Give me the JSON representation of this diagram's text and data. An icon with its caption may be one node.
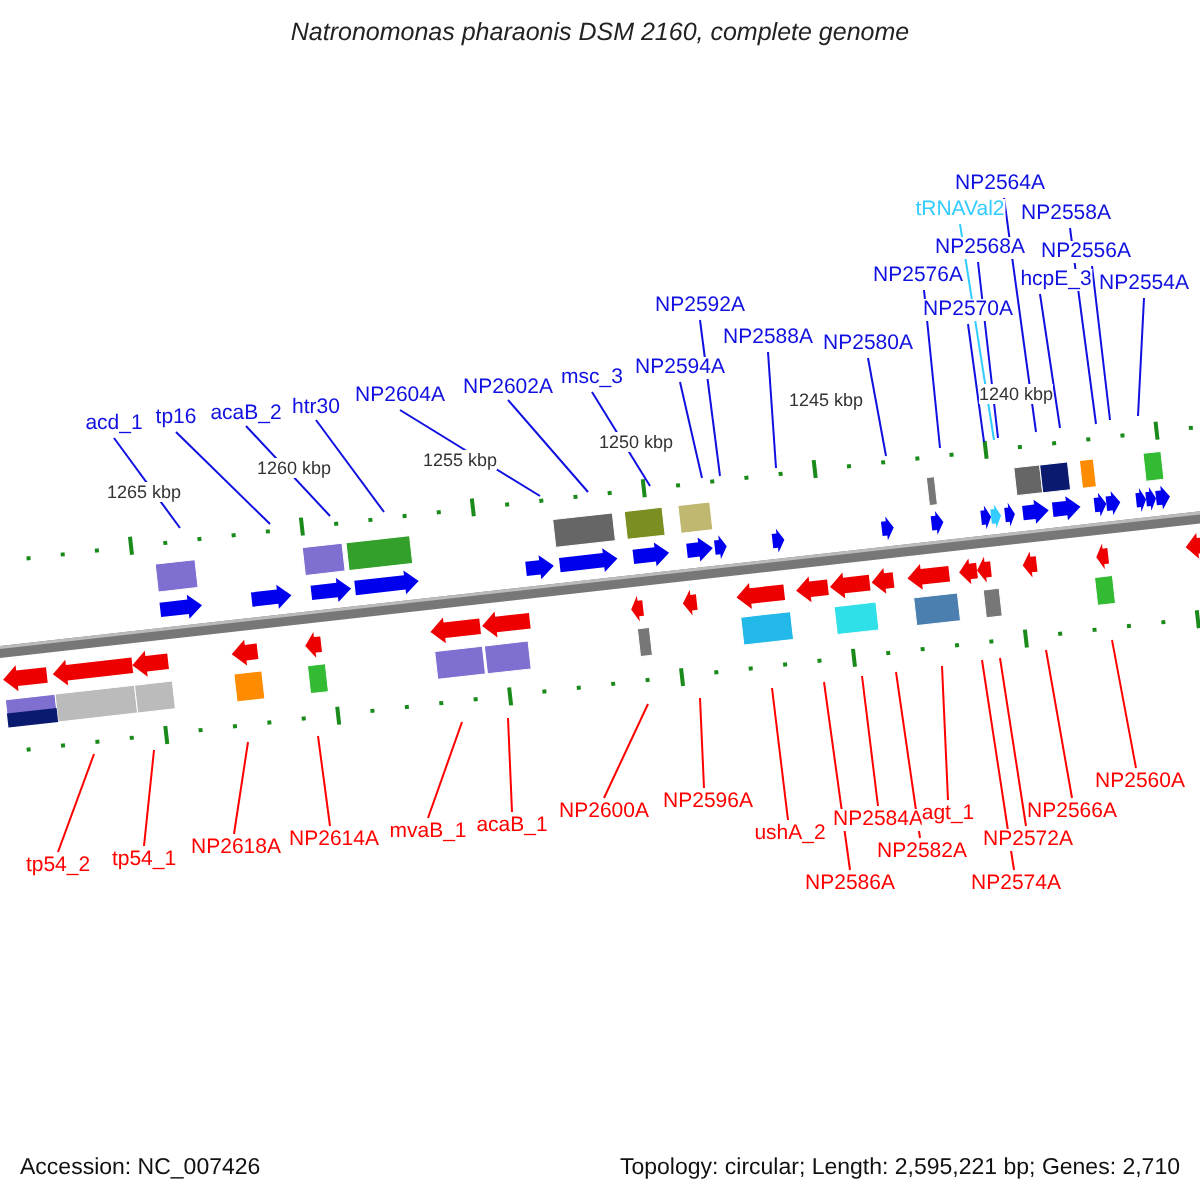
{
  "diagram": {
    "title": "Natronomonas pharaonis DSM 2160, complete genome",
    "nodes": [
      {
        "text": [
          "acd_1"
        ]
      },
      {
        "text": [
          "tp16"
        ]
      },
      {
        "text": [
          "acaB_2"
        ]
      },
      {
        "text": [
          "htr30"
        ]
      },
      {
        "text": [
          "NP2604A"
        ]
      },
      {
        "text": [
          "NP2602A"
        ]
      },
      {
        "text": [
          "msc_3"
        ]
      },
      {
        "text": [
          "NP2594A"
        ]
      },
      {
        "text": [
          "NP2592A"
        ]
      },
      {
        "text": [
          "NP2588A"
        ]
      },
      {
        "text": [
          "NP2580A"
        ]
      },
      {
        "text": [
          "NP2576A"
        ]
      },
      {
        "text": [
          "NP2570A"
        ]
      },
      {
        "text": [
          "NP2568A"
        ]
      },
      {
        "text": [
          "tRNAVal2"
        ]
      },
      {
        "text": [
          "NP2564A"
        ]
      },
      {
        "text": [
          "hcpE_3"
        ]
      },
      {
        "text": [
          "NP2558A"
        ]
      },
      {
        "text": [
          "NP2556A"
        ]
      },
      {
        "text": [
          "NP2554A"
        ]
      },
      {
        "text": [
          "tp54_2"
        ]
      },
      {
        "text": [
          "tp54_1"
        ]
      },
      {
        "text": [
          "NP2618A"
        ]
      },
      {
        "text": [
          "NP2614A"
        ]
      },
      {
        "text": [
          "mvaB_1"
        ]
      },
      {
        "text": [
          "acaB_1"
        ]
      },
      {
        "text": [
          "NP2600A"
        ]
      },
      {
        "text": [
          "NP2596A"
        ]
      },
      {
        "text": [
          "ushA_2"
        ]
      },
      {
        "text": [
          "NP2586A"
        ]
      },
      {
        "text": [
          "NP2584A"
        ]
      },
      {
        "text": [
          "NP2582A"
        ]
      },
      {
        "text": [
          "agt_1"
        ]
      },
      {
        "text": [
          "NP2574A"
        ]
      },
      {
        "text": [
          "NP2572A"
        ]
      },
      {
        "text": [
          "NP2566A"
        ]
      },
      {
        "text": [
          "NP2560A"
        ]
      }
    ],
    "edges": [
      {
        "from": 0,
        "to": null,
        "arrow": "none"
      },
      {
        "from": 1,
        "to": null,
        "arrow": "none"
      },
      {
        "from": 2,
        "to": null,
        "arrow": "none"
      },
      {
        "from": 3,
        "to": null,
        "arrow": "none"
      },
      {
        "from": 4,
        "to": null,
        "arrow": "none"
      },
      {
        "from": 5,
        "to": null,
        "arrow": "none"
      },
      {
        "from": 6,
        "to": null,
        "arrow": "none"
      },
      {
        "from": 7,
        "to": null,
        "arrow": "none"
      },
      {
        "from": 8,
        "to": null,
        "arrow": "none"
      },
      {
        "from": 9,
        "to": null,
        "arrow": "none"
      },
      {
        "from": 10,
        "to": null,
        "arrow": "none"
      },
      {
        "from": 11,
        "to": null,
        "arrow": "none"
      },
      {
        "from": 12,
        "to": null,
        "arrow": "none"
      },
      {
        "from": 13,
        "to": null,
        "arrow": "none"
      },
      {
        "from": 14,
        "to": null,
        "arrow": "none",
        "color": "#33ccff"
      },
      {
        "from": 15,
        "to": null,
        "arrow": "none"
      },
      {
        "from": 16,
        "to": null,
        "arrow": "none"
      },
      {
        "from": 17,
        "to": null,
        "arrow": "none"
      },
      {
        "from": 18,
        "to": null,
        "arrow": "none"
      },
      {
        "from": 19,
        "to": null,
        "arrow": "none"
      },
      {
        "from": 20,
        "to": null,
        "arrow": "none",
        "color": "#ff0000"
      },
      {
        "from": 21,
        "to": null,
        "arrow": "none",
        "color": "#ff0000"
      },
      {
        "from": 22,
        "to": null,
        "arrow": "none",
        "color": "#ff0000"
      },
      {
        "from": 23,
        "to": null,
        "arrow": "none",
        "color": "#ff0000"
      },
      {
        "from": 24,
        "to": null,
        "arrow": "none",
        "color": "#ff0000"
      },
      {
        "from": 25,
        "to": null,
        "arrow": "none",
        "color": "#ff0000"
      },
      {
        "from": 26,
        "to": null,
        "arrow": "none",
        "color": "#ff0000"
      },
      {
        "from": 27,
        "to": null,
        "arrow": "none",
        "color": "#ff0000"
      },
      {
        "from": 28,
        "to": null,
        "arrow": "none",
        "color": "#ff0000"
      },
      {
        "from": 29,
        "to": null,
        "arrow": "none",
        "color": "#ff0000"
      },
      {
        "from": 30,
        "to": null,
        "arrow": "none",
        "color": "#ff0000"
      },
      {
        "from": 31,
        "to": null,
        "arrow": "none",
        "color": "#ff0000"
      },
      {
        "from": 32,
        "to": null,
        "arrow": "none",
        "color": "#ff0000"
      },
      {
        "from": 33,
        "to": null,
        "arrow": "none",
        "color": "#ff0000"
      },
      {
        "from": 34,
        "to": null,
        "arrow": "none",
        "color": "#ff0000"
      },
      {
        "from": 35,
        "to": null,
        "arrow": "none",
        "color": "#ff0000"
      },
      {
        "from": 36,
        "to": null,
        "arrow": "none",
        "color": "#ff0000"
      }
    ],
    "labels": [
      "1265 kbp",
      "1260 kbp",
      "1255 kbp",
      "1250 kbp",
      "1245 kbp",
      "1240 kbp",
      "Accession: NC_007426",
      "Topology: circular; Length: 2,595,221 bp; Genes: 2,710"
    ]
  }
}
